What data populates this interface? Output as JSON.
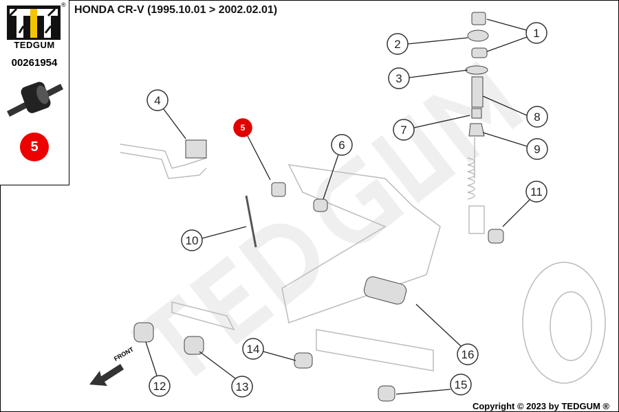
{
  "header": {
    "title": "HONDA CR-V  (1995.10.01 > 2002.02.01)"
  },
  "sidebar": {
    "brand": "TEDGUM",
    "registered": "®",
    "part_number": "00261954",
    "highlight_number": "5"
  },
  "watermark": "TEDGUM",
  "callouts": [
    "1",
    "2",
    "3",
    "4",
    "5",
    "6",
    "7",
    "8",
    "9",
    "10",
    "11",
    "12",
    "13",
    "14",
    "15",
    "16"
  ],
  "labels": {
    "front": "FRONT"
  },
  "footer": {
    "copyright": "Copyright © 2023 by TEDGUM ®"
  },
  "colors": {
    "highlight": "#e00000",
    "logo_yellow": "#f5c400"
  }
}
